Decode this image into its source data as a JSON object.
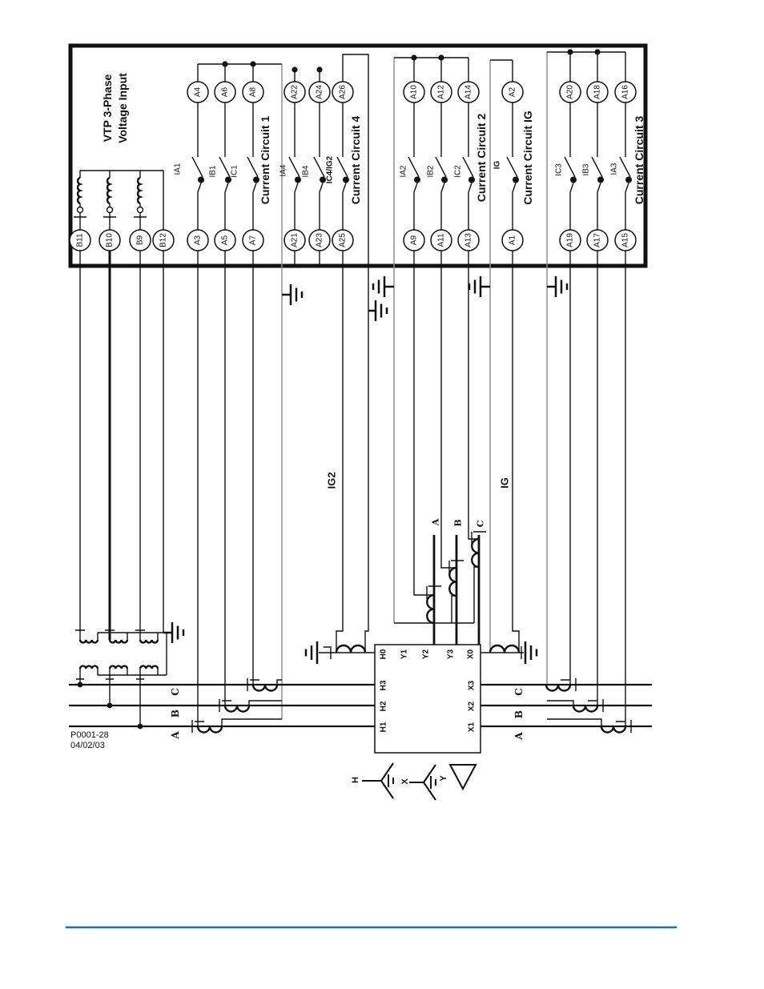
{
  "relay": {
    "vtp": {
      "title_line1": "VTP 3-Phase",
      "title_line2": "Voltage Input",
      "terminals": [
        "B11",
        "B10",
        "B9",
        "B12"
      ]
    },
    "circuits": [
      {
        "label": "Current Circuit 1",
        "elements": [
          {
            "id": "IA1",
            "bottom": "A3",
            "top": "A4"
          },
          {
            "id": "IB1",
            "bottom": "A5",
            "top": "A6"
          },
          {
            "id": "IC1",
            "bottom": "A7",
            "top": "A8"
          }
        ]
      },
      {
        "label": "Current Circuit 4",
        "elements": [
          {
            "id": "IA4",
            "bottom": "A21",
            "top": "A22"
          },
          {
            "id": "IB4",
            "bottom": "A23",
            "top": "A24"
          },
          {
            "id": "IC4/IG2",
            "bottom": "A25",
            "top": "A26"
          }
        ]
      },
      {
        "label": "Current Circuit 2",
        "elements": [
          {
            "id": "IA2",
            "bottom": "A9",
            "top": "A10"
          },
          {
            "id": "IB2",
            "bottom": "A11",
            "top": "A12"
          },
          {
            "id": "IC2",
            "bottom": "A13",
            "top": "A14"
          }
        ]
      },
      {
        "label": "Current Circuit IG",
        "elements": [
          {
            "id": "IG",
            "bottom": "A1",
            "top": "A2"
          }
        ]
      },
      {
        "label": "Current Circuit 3",
        "elements": [
          {
            "id": "IC3",
            "bottom": "A19",
            "top": "A20"
          },
          {
            "id": "IB3",
            "bottom": "A17",
            "top": "A18"
          },
          {
            "id": "IA3",
            "bottom": "A15",
            "top": "A16"
          }
        ]
      }
    ]
  },
  "field": {
    "ig2_label": "IG2",
    "ig_label": "IG",
    "delta_phases": [
      "A",
      "B",
      "C"
    ],
    "left_bus_phases": [
      "C",
      "B",
      "A"
    ],
    "right_bus_phases": [
      "C",
      "B",
      "A"
    ],
    "transformer": {
      "top_terminals": [
        "H0",
        "Y1",
        "Y2",
        "Y3",
        "X0"
      ],
      "left_terminals": [
        "H3",
        "H2",
        "H1"
      ],
      "right_terminals": [
        "X3",
        "X2",
        "X1"
      ],
      "winding_labels": [
        "H",
        "X",
        "Y"
      ]
    }
  },
  "footer": {
    "doc_number": "P0001-28",
    "doc_date": "04/02/03"
  },
  "colors": {
    "accent_rule": "#1272b6",
    "wire": "#111111",
    "return_wire": "#8f8f8f"
  }
}
